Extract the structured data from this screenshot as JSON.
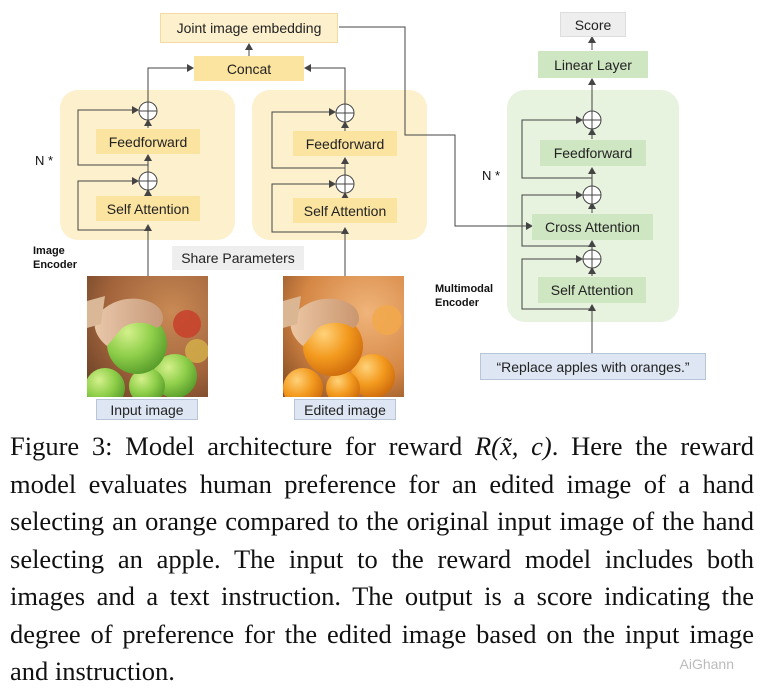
{
  "image_encoder": {
    "joint_embedding": "Joint image embedding",
    "concat": "Concat",
    "feedforward": "Feedforward",
    "self_attention": "Self Attention",
    "n_label": "N *",
    "encoder_label_1": "Image",
    "encoder_label_2": "Encoder",
    "share_parameters": "Share Parameters",
    "input_image_label": "Input image",
    "edited_image_label": "Edited image"
  },
  "multimodal_encoder": {
    "score": "Score",
    "linear_layer": "Linear Layer",
    "feedforward": "Feedforward",
    "cross_attention": "Cross Attention",
    "self_attention": "Self Attention",
    "n_label": "N *",
    "encoder_label_1": "Multimodal",
    "encoder_label_2": "Encoder",
    "text_instruction": "“Replace apples with oranges.”"
  },
  "colors": {
    "image_panel": "#fdf0cc",
    "image_block": "#fbe3a0",
    "multimodal_panel": "#e7f2df",
    "multimodal_block": "#cfe6c2",
    "text_input": "#dde6f2",
    "apple": "#8fcf4a",
    "orange": "#f39a1e"
  },
  "caption": {
    "prefix": "Figure 3: Model architecture for reward ",
    "math": "R(x̃, c)",
    "suffix": ". Here the reward model evaluates human preference for an edited image of a hand selecting an orange compared to the original input image of the hand selecting an apple. The input to the reward model includes both images and a text instruction. The output is a score indicating the degree of preference for the edited image based on the input image and instruction."
  },
  "watermark": "AiGhann"
}
